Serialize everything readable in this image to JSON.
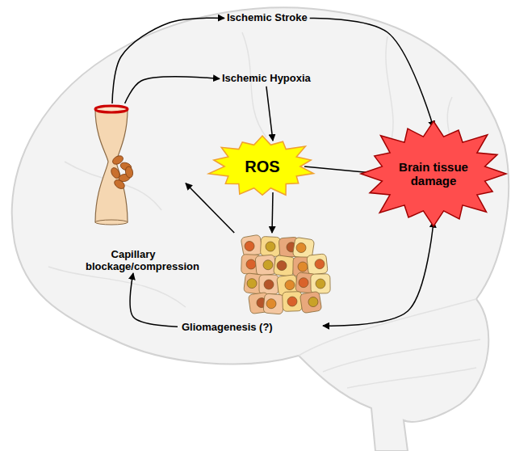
{
  "diagram": {
    "nodes": [
      {
        "text": [
          "Ischemic Stroke"
        ]
      },
      {
        "text": [
          "Ischemic Hypoxia"
        ]
      },
      {
        "text": [
          "ROS"
        ]
      },
      {
        "text": [
          "Brain tissue damage"
        ]
      },
      {
        "text": [
          "Capillary blockage/compression"
        ]
      },
      {
        "text": [
          "Gliomagenesis (?)"
        ]
      }
    ],
    "edges": [
      {
        "from": 4,
        "to": 0,
        "arrow": "to"
      },
      {
        "from": 4,
        "to": 1,
        "arrow": "to"
      },
      {
        "from": 0,
        "to": 3,
        "arrow": "to"
      },
      {
        "from": 1,
        "to": 2,
        "arrow": "to"
      },
      {
        "from": 2,
        "to": 3,
        "arrow": "to"
      },
      {
        "from": 2,
        "to": 5,
        "arrow": "to"
      },
      {
        "from": 5,
        "to": 4,
        "arrow": "to"
      },
      {
        "from": 5,
        "to": 4,
        "arrow": "to"
      },
      {
        "from": 3,
        "to": 5,
        "arrow": "both"
      }
    ]
  }
}
